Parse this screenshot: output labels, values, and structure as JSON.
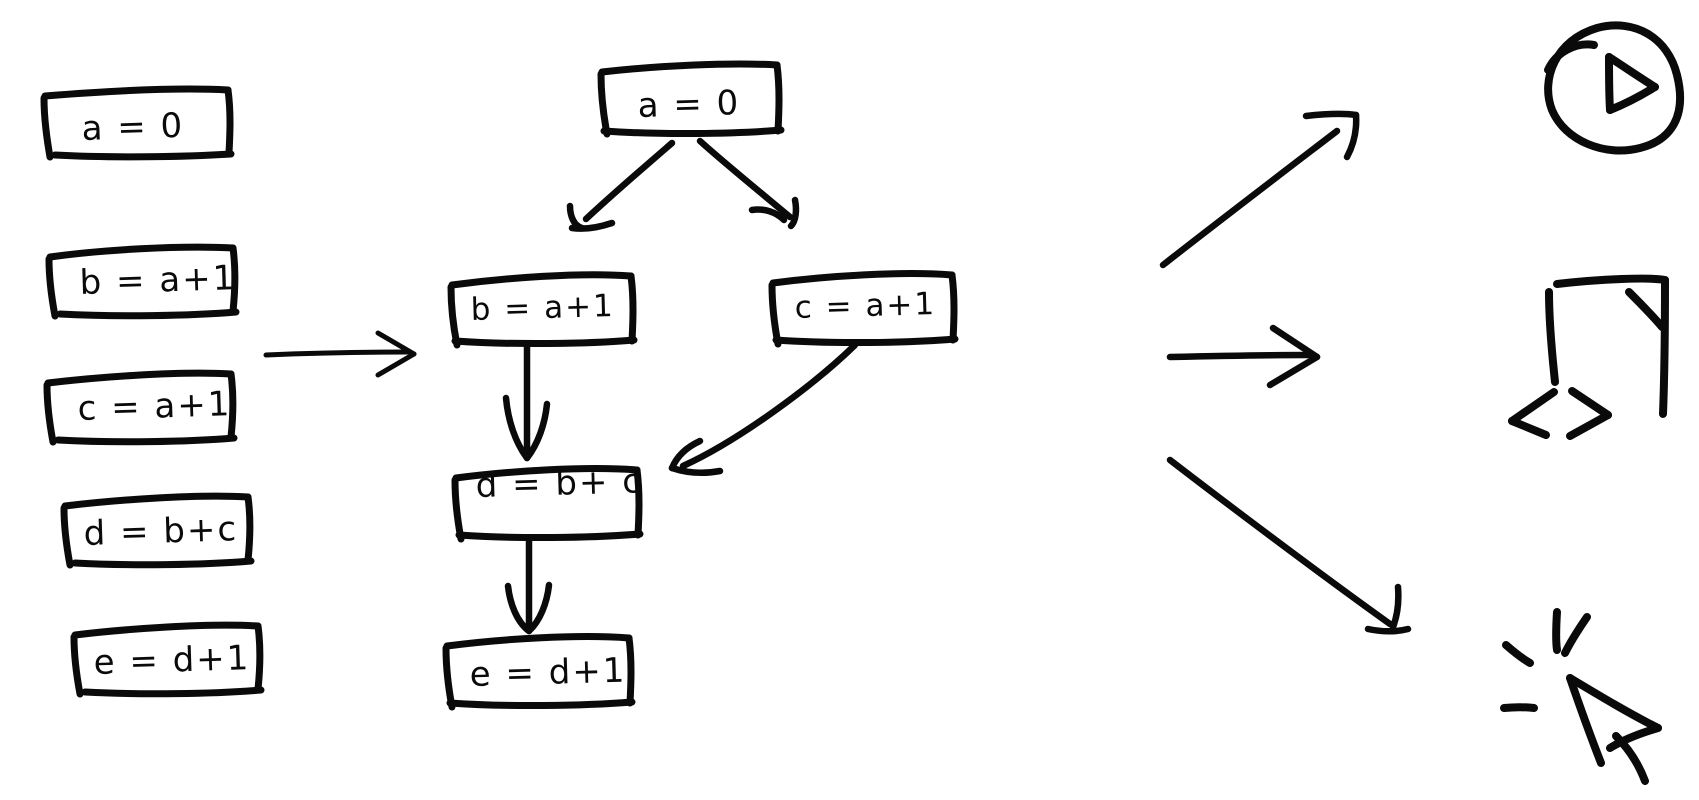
{
  "diagram": {
    "title": "program-statements-to-dependency-graph",
    "background_color": "#ffffff",
    "ink_color": "#0a0a0a",
    "left_column": {
      "name": "statement-list",
      "statements": [
        {
          "id": "stmt-a",
          "text": "a = 0"
        },
        {
          "id": "stmt-b",
          "text": "b = a+1"
        },
        {
          "id": "stmt-c",
          "text": "c = a+1"
        },
        {
          "id": "stmt-d",
          "text": "d = b+c"
        },
        {
          "id": "stmt-e",
          "text": "e = d+1"
        }
      ]
    },
    "transform_arrow": {
      "name": "transform-arrow",
      "label": ""
    },
    "graph": {
      "name": "dependency-graph",
      "nodes": [
        {
          "id": "node-a",
          "text": "a = 0"
        },
        {
          "id": "node-b",
          "text": "b = a+1"
        },
        {
          "id": "node-c",
          "text": "c = a+1"
        },
        {
          "id": "node-d",
          "text": "d = b+ c"
        },
        {
          "id": "node-e",
          "text": "e = d+1"
        }
      ],
      "edges": [
        {
          "from": "node-a",
          "to": "node-b"
        },
        {
          "from": "node-a",
          "to": "node-c"
        },
        {
          "from": "node-b",
          "to": "node-d"
        },
        {
          "from": "node-c",
          "to": "node-d"
        },
        {
          "from": "node-d",
          "to": "node-e"
        }
      ]
    },
    "outputs": {
      "name": "output-branches",
      "items": [
        {
          "id": "output-run",
          "icon": "play-circle-icon",
          "label": ""
        },
        {
          "id": "output-code",
          "icon": "code-window-icon",
          "label": ""
        },
        {
          "id": "output-click",
          "icon": "click-cursor-icon",
          "label": ""
        }
      ]
    }
  }
}
